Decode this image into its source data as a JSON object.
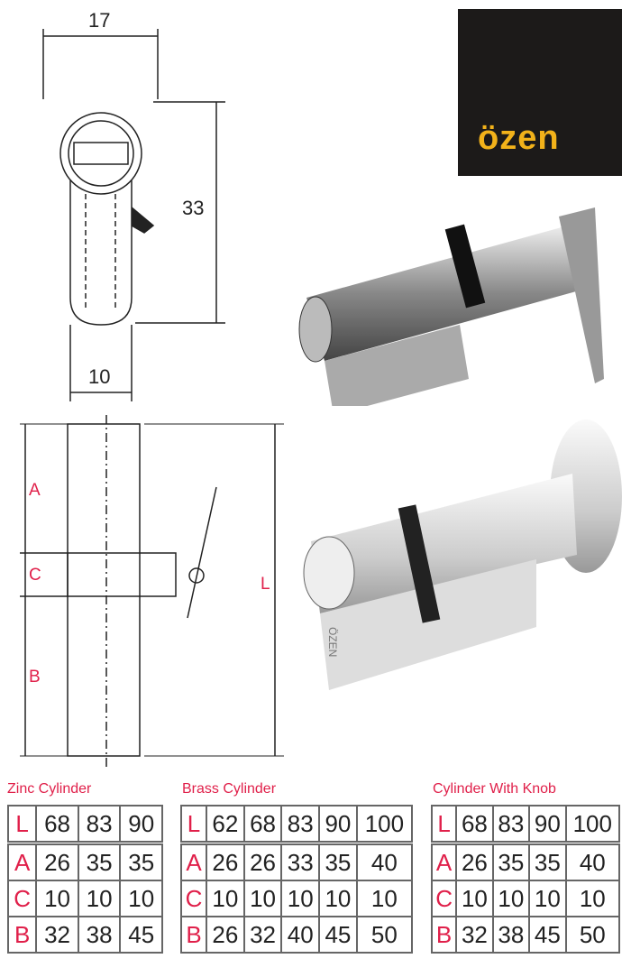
{
  "brand": {
    "logo_text": "özen",
    "product_engraving": "ÖZEN",
    "logo_bg": "#1c1a19",
    "logo_color": "#f2b21a"
  },
  "diagram": {
    "width_label": "17",
    "height_label": "33",
    "bottom_width_label": "10",
    "section_labels": {
      "a": "A",
      "c": "C",
      "b": "B",
      "l": "L"
    },
    "accent": "#e0204a"
  },
  "tables": [
    {
      "title": "Zinc Cylinder",
      "rows": [
        [
          "L",
          "68",
          "83",
          "90"
        ],
        [
          "A",
          "26",
          "35",
          "35"
        ],
        [
          "C",
          "10",
          "10",
          "10"
        ],
        [
          "B",
          "32",
          "38",
          "45"
        ]
      ]
    },
    {
      "title": "Brass Cylinder",
      "rows": [
        [
          "L",
          "62",
          "68",
          "83",
          "90",
          "100"
        ],
        [
          "A",
          "26",
          "26",
          "33",
          "35",
          "40"
        ],
        [
          "C",
          "10",
          "10",
          "10",
          "10",
          "10"
        ],
        [
          "B",
          "26",
          "32",
          "40",
          "45",
          "50"
        ]
      ]
    },
    {
      "title": "Cylinder With Knob",
      "rows": [
        [
          "L",
          "68",
          "83",
          "90",
          "100"
        ],
        [
          "A",
          "26",
          "35",
          "35",
          "40"
        ],
        [
          "C",
          "10",
          "10",
          "10",
          "10"
        ],
        [
          "B",
          "32",
          "38",
          "45",
          "50"
        ]
      ]
    }
  ]
}
